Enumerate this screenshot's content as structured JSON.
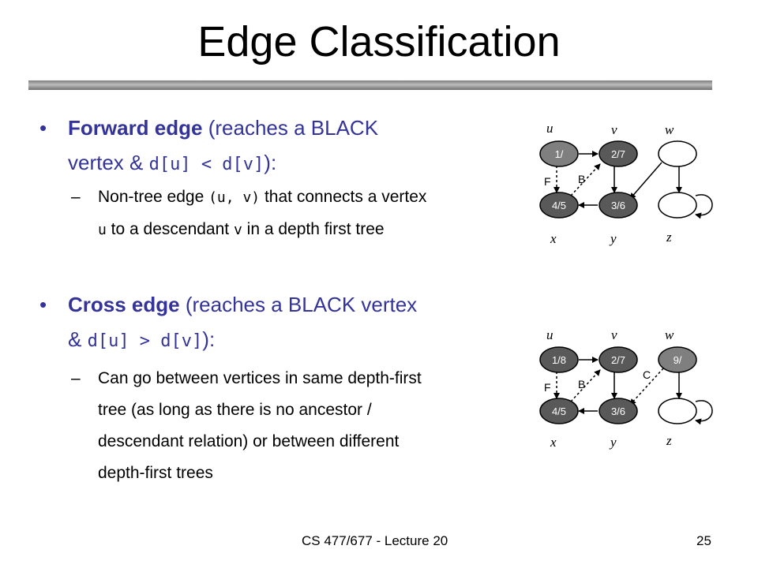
{
  "slide": {
    "title": "Edge Classification",
    "bullet_glyph": "•",
    "dash_glyph": "–",
    "forward": {
      "heading_bold": "Forward edge",
      "heading_rest": " (reaches a BLACK",
      "line2_pre": "vertex & ",
      "line2_code": "d[u] < d[v]",
      "line2_post": "):",
      "sub_line1_pre": "Non-tree edge ",
      "sub_line1_code": "(u, v)",
      "sub_line1_post": " that connects a vertex",
      "sub_line2_code": "u",
      "sub_line2_mid": " to a descendant ",
      "sub_line2_code2": "v",
      "sub_line2_post": " in a depth first tree"
    },
    "cross": {
      "heading_bold": "Cross edge",
      "heading_rest": " (reaches a BLACK vertex",
      "line2_pre": "& ",
      "line2_code": "d[u] > d[v]",
      "line2_post": "):",
      "sub_lines": [
        "Can go between vertices in same depth-first",
        "tree (as long as there is no ancestor /",
        "descendant relation) or between different",
        "depth-first trees"
      ]
    }
  },
  "graphs": [
    {
      "vertex_labels": {
        "u": "u",
        "v": "v",
        "w": "w",
        "x": "x",
        "y": "y",
        "z": "z"
      },
      "times": {
        "u": "1/",
        "v": "2/7",
        "w": "",
        "x": "4/5",
        "y": "3/6",
        "z": ""
      },
      "edge_labels": {
        "forward": "F",
        "back": "B"
      }
    },
    {
      "vertex_labels": {
        "u": "u",
        "v": "v",
        "w": "w",
        "x": "x",
        "y": "y",
        "z": "z"
      },
      "times": {
        "u": "1/8",
        "v": "2/7",
        "w": "9/",
        "x": "4/5",
        "y": "3/6",
        "z": ""
      },
      "edge_labels": {
        "forward": "F",
        "back": "B",
        "cross": "C"
      }
    }
  ],
  "footer": {
    "course": "CS 477/677 - Lecture 20",
    "page": "25"
  },
  "colors": {
    "bullet_text": "#333399",
    "node_black": "#595959",
    "node_gray": "#7f7f7f"
  }
}
